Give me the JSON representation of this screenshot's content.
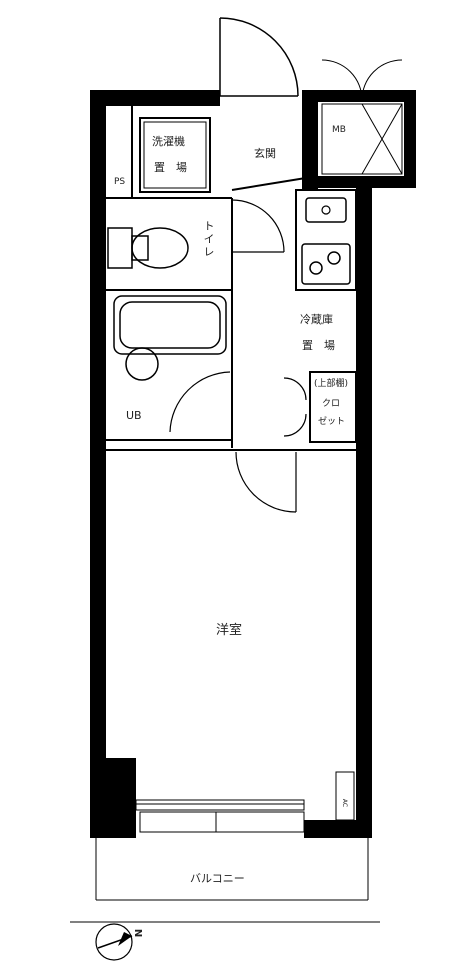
{
  "floorplan": {
    "rooms": {
      "washer_line1": "洗濯機",
      "washer_line2": "置　場",
      "entrance": "玄関",
      "mb": "MB",
      "ps": "PS",
      "toilet": "トイレ",
      "fridge_line1": "冷蔵庫",
      "fridge_line2": "置　場",
      "closet_top": "(上部棚)",
      "closet_line1": "クロ",
      "closet_line2": "ゼット",
      "ub": "UB",
      "western_room": "洋室",
      "aircon_tag": "AC",
      "balcony": "バルコニー"
    },
    "compass": {
      "north": "N"
    }
  }
}
